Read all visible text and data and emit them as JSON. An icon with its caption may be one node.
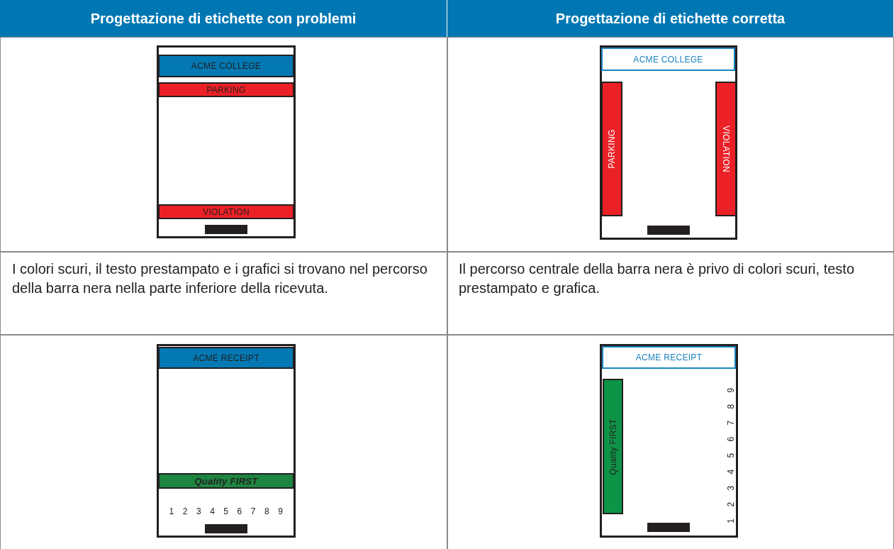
{
  "diagram": {
    "nodes": [
      {
        "text": [],
        "shape": "box"
      },
      {
        "text": [
          "ACME COLLEGE"
        ],
        "in": 0
      },
      {
        "text": [
          "PARKING"
        ],
        "in": 0
      },
      {
        "text": [
          "VIOLATION"
        ],
        "in": 0
      },
      {
        "text": [],
        "shape": "box"
      },
      {
        "text": [
          "ACME COLLEGE"
        ],
        "in": 4
      },
      {
        "text": [
          "PARKING"
        ],
        "in": 4
      },
      {
        "text": [
          "VIOLATION"
        ],
        "in": 4
      },
      {
        "text": [],
        "shape": "box"
      },
      {
        "text": [
          "ACME RECEIPT"
        ],
        "in": 8
      },
      {
        "text": [
          "Quality FIRST"
        ],
        "in": 8
      },
      {
        "text": [],
        "shape": "box"
      },
      {
        "text": [
          "ACME RECEIPT"
        ],
        "in": 11
      },
      {
        "text": [
          "Quality FIRST"
        ],
        "in": 11
      }
    ],
    "edges": [],
    "labels": [
      "Progettazione di etichette con problemi",
      "Progettazione di etichette corretta",
      "I colori scuri, il testo prestampato e i grafici si trovano nel percorso della barra nera nella parte inferiore della ricevuta.",
      "Il percorso centrale della barra nera è privo di colori scuri, testo prestampato e grafica.",
      "1 2 3 4 5 6 7 8 9",
      "1 2 3 4 5 6 7 8 9"
    ]
  }
}
